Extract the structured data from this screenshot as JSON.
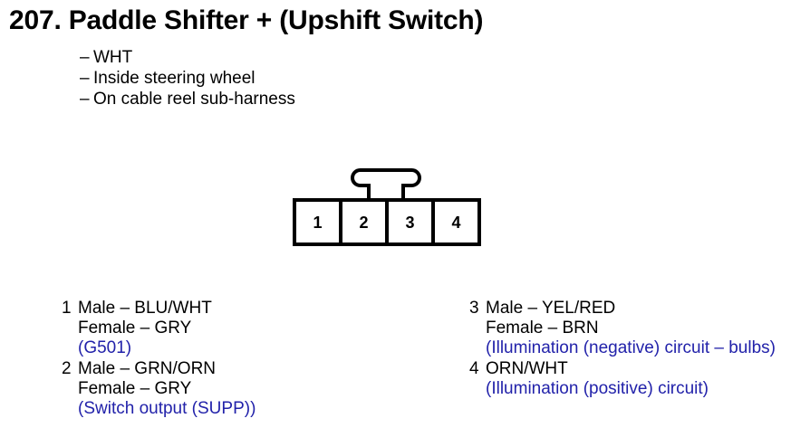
{
  "title": "207. Paddle Shifter + (Upshift Switch)",
  "bullets": [
    {
      "dash": "–",
      "text": "WHT"
    },
    {
      "dash": "–",
      "text": "Inside steering wheel"
    },
    {
      "dash": "–",
      "text": "On cable reel sub-harness"
    }
  ],
  "connector": {
    "cavities": [
      "1",
      "2",
      "3",
      "4"
    ]
  },
  "colors": {
    "note_blue": "#2222aa",
    "ink_black": "#000000",
    "background": "#ffffff"
  },
  "pins": {
    "left": [
      {
        "number": "1",
        "lines": [
          {
            "text": "Male – BLU/WHT",
            "note": false
          },
          {
            "text": "Female – GRY",
            "note": false
          },
          {
            "text": "(G501)",
            "note": true
          }
        ]
      },
      {
        "number": "2",
        "lines": [
          {
            "text": "Male – GRN/ORN",
            "note": false
          },
          {
            "text": "Female – GRY",
            "note": false
          },
          {
            "text": "(Switch output (SUPP))",
            "note": true
          }
        ]
      }
    ],
    "right": [
      {
        "number": "3",
        "lines": [
          {
            "text": "Male – YEL/RED",
            "note": false
          },
          {
            "text": "Female – BRN",
            "note": false
          },
          {
            "text": "(Illumination (negative) circuit – bulbs)",
            "note": true
          }
        ]
      },
      {
        "number": "4",
        "lines": [
          {
            "text": "ORN/WHT",
            "note": false
          },
          {
            "text": "(Illumination (positive) circuit)",
            "note": true
          }
        ]
      }
    ]
  }
}
